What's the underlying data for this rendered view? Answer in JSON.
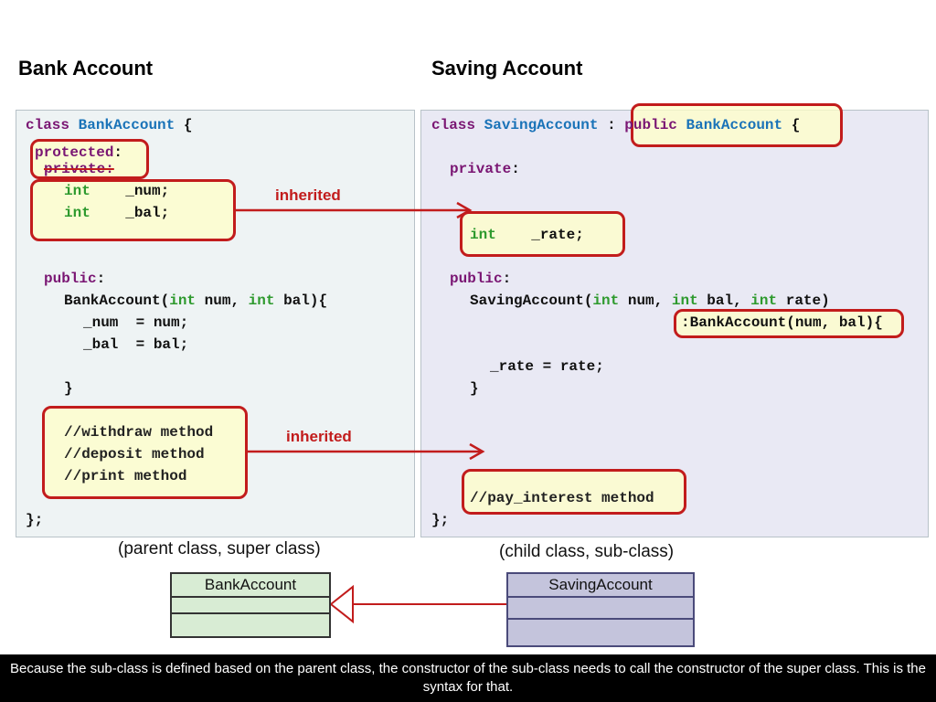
{
  "headings": {
    "left": "Bank Account",
    "right": "Saving Account"
  },
  "left_code": {
    "line1_kw": "class",
    "line1_class": "BankAccount",
    "line1_brace": "{",
    "protected_kw": "protected",
    "protected_colon": ":",
    "private_struck": "private:",
    "attr1_type": "int",
    "attr1_name": "_num;",
    "attr2_type": "int",
    "attr2_name": "_bal;",
    "public_kw": "public",
    "public_colon": ":",
    "ctor_name": "BankAccount(",
    "ctor_t1": "int",
    "ctor_p1": "num,",
    "ctor_t2": "int",
    "ctor_p2": "bal){",
    "body1": "_num  = num;",
    "body2": "_bal  = bal;",
    "close_brace": "}",
    "comment1": "//withdraw method",
    "comment2": "//deposit method",
    "comment3": "//print method",
    "end": "};"
  },
  "right_code": {
    "line1_kw": "class",
    "line1_class": "SavingAccount",
    "inherit_colon": ":",
    "inherit_kw": "public",
    "inherit_class": "BankAccount",
    "line1_brace": "{",
    "private_kw": "private",
    "private_colon": ":",
    "attr_type": "int",
    "attr_name": "_rate;",
    "public_kw": "public",
    "public_colon": ":",
    "ctor_name": "SavingAccount(",
    "ctor_t1": "int",
    "ctor_p1": "num,",
    "ctor_t2": "int",
    "ctor_p2": "bal,",
    "ctor_t3": "int",
    "ctor_p3": "rate",
    "ctor_close": ")",
    "init_list": ":BankAccount(num, bal)",
    "init_brace": "{",
    "body": "_rate = rate;",
    "close_brace": "}",
    "comment": "//pay_interest method",
    "end": "};"
  },
  "arrow_labels": {
    "top": "inherited",
    "bottom": "inherited"
  },
  "captions": {
    "left": "(parent class, super class)",
    "right": "(child class, sub-class)"
  },
  "uml": {
    "parent": "BankAccount",
    "child": "SavingAccount"
  },
  "footer": {
    "text": "Because the sub-class is defined based on the parent class, the constructor of the sub-class needs to call the constructor of the super class. This is the syntax for that."
  },
  "colors": {
    "keyword": "#7a1673",
    "type": "#2e9a2e",
    "class_name": "#1a73b8",
    "highlight_border": "#c21c1c",
    "parent_uml_fill": "#d8ecd4",
    "child_uml_fill": "#c4c4dc"
  }
}
